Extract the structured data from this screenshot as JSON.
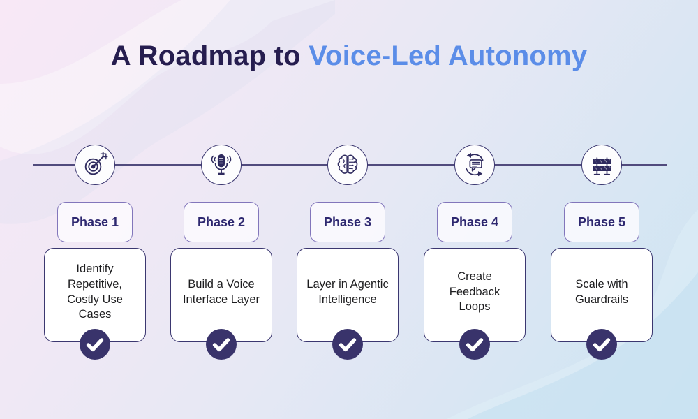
{
  "title": {
    "prefix": "A Roadmap to ",
    "highlight": "Voice-Led Autonomy"
  },
  "colors": {
    "title_dark": "#261d4f",
    "title_accent": "#5b8de8",
    "icon_stroke": "#2e2a5e",
    "card_border": "#3b3770",
    "badge_border": "#8276bb",
    "timeline_line": "#514b7d",
    "check_circle": "#39336b",
    "bg_top_left": "#f8e8f6",
    "bg_bottom_right": "#cbe4f2"
  },
  "timeline": {
    "phases": [
      {
        "label": "Phase 1",
        "icon": "target-dart-icon",
        "text": "Identify Repetitive, Costly Use Cases",
        "completed": true
      },
      {
        "label": "Phase 2",
        "icon": "microphone-icon",
        "text": "Build a Voice Interface Layer",
        "completed": true
      },
      {
        "label": "Phase 3",
        "icon": "brain-ai-icon",
        "text": "Layer in Agentic Intelligence",
        "completed": true
      },
      {
        "label": "Phase 4",
        "icon": "feedback-loop-icon",
        "text": "Create Feedback Loops",
        "completed": true
      },
      {
        "label": "Phase 5",
        "icon": "barrier-icon",
        "text": "Scale with Guardrails",
        "completed": true
      }
    ]
  }
}
